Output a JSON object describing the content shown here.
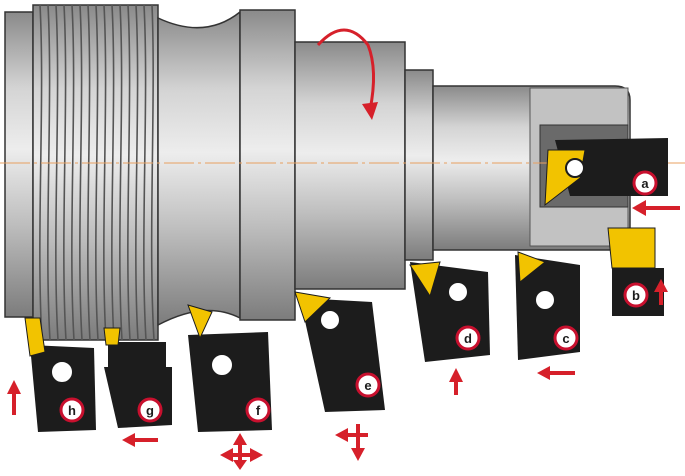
{
  "colors": {
    "workpiece_light": "#e6e6e6",
    "workpiece_mid": "#b8b8b8",
    "workpiece_dark": "#7a7a7a",
    "holder_black": "#1c1c1c",
    "insert_yellow": "#f2c300",
    "arrow_red": "#d6202a",
    "label_circle": "#c8102e"
  },
  "tools": [
    {
      "label": "a",
      "arrow": "left"
    },
    {
      "label": "b",
      "arrow": "up"
    },
    {
      "label": "c",
      "arrow": "left"
    },
    {
      "label": "d",
      "arrow": "up"
    },
    {
      "label": "e",
      "arrow": "cross"
    },
    {
      "label": "f",
      "arrow": "cross"
    },
    {
      "label": "g",
      "arrow": "left"
    },
    {
      "label": "h",
      "arrow": "up"
    }
  ],
  "rotation_arrow_icon": "curved-rotation-arrow-icon"
}
